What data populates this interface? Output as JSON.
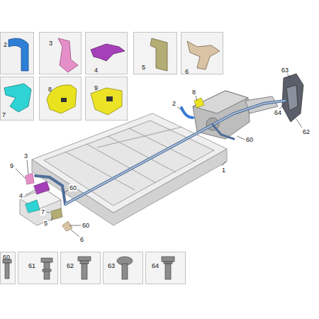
{
  "diagram": {
    "nodes": [
      {
        "text": [
          "2"
        ]
      },
      {
        "text": [
          "3"
        ]
      },
      {
        "text": [
          "4"
        ]
      },
      {
        "text": [
          "5"
        ]
      },
      {
        "text": [
          "6"
        ]
      },
      {
        "text": [
          "7"
        ]
      },
      {
        "text": [
          "8"
        ]
      },
      {
        "text": [
          "9"
        ]
      },
      {
        "text": [
          "60"
        ]
      },
      {
        "text": [
          "61"
        ]
      },
      {
        "text": [
          "62"
        ]
      },
      {
        "text": [
          "63"
        ]
      },
      {
        "text": [
          "64"
        ]
      }
    ],
    "edges": [],
    "labels": [
      "63",
      "8",
      "2",
      "64",
      "62",
      "60",
      "1",
      "3",
      "9",
      "60",
      "4",
      "7",
      "5",
      "60",
      "6"
    ]
  }
}
